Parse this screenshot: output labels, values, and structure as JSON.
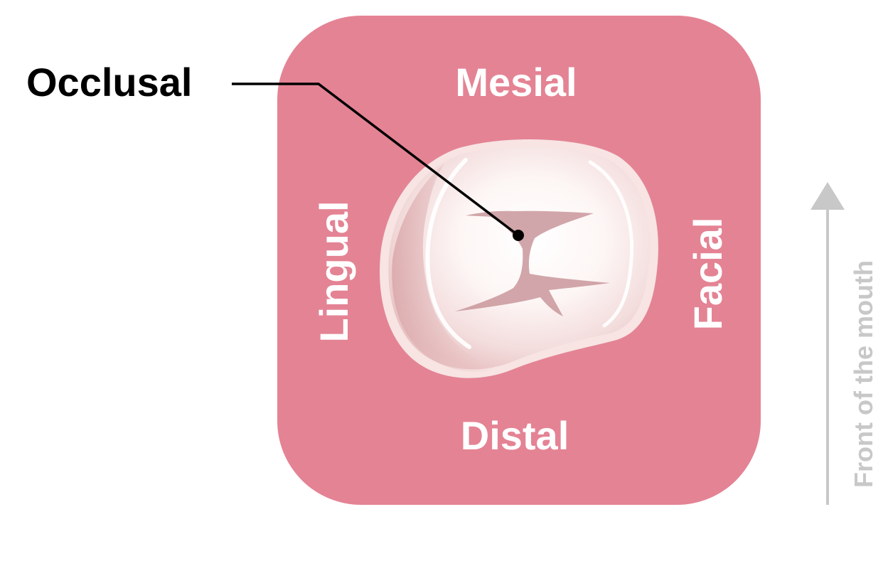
{
  "diagram": {
    "callout_label": "Occlusal",
    "surfaces": {
      "top": "Mesial",
      "bottom": "Distal",
      "left": "Lingual",
      "right": "Facial"
    },
    "direction_indicator": "Front of the mouth",
    "colors": {
      "background_square": "#e48394",
      "surface_label": "#ffffff",
      "callout_text": "#000000",
      "indicator": "#c8c8c8",
      "tooth_crown": "#fbeeed",
      "tooth_fissure": "#c9969b"
    }
  }
}
